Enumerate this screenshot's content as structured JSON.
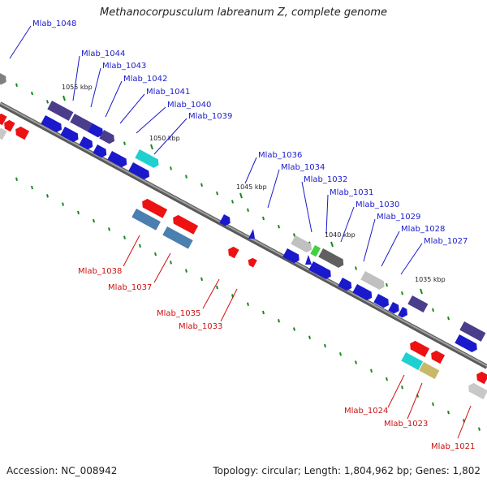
{
  "title": "Methanocorpusculum labreanum Z, complete genome",
  "footer": {
    "accession": "Accession: NC_008942",
    "topology": "Topology: circular; Length: 1,804,962 bp; Genes: 1,802"
  },
  "colors": {
    "forward_label": "#1a1acc",
    "reverse_label": "#cc1111",
    "backbone": "#8a8a8a",
    "tick": "#1a8a1a",
    "kbp_label": "#222222"
  },
  "ticks": [
    {
      "label": "1055 kbp"
    },
    {
      "label": "1050 kbp"
    },
    {
      "label": "1045 kbp"
    },
    {
      "label": "1040 kbp"
    },
    {
      "label": "1035 kbp"
    }
  ],
  "forward_labels": [
    {
      "text": "Mlab_1048"
    },
    {
      "text": "Mlab_1044"
    },
    {
      "text": "Mlab_1043"
    },
    {
      "text": "Mlab_1042"
    },
    {
      "text": "Mlab_1041"
    },
    {
      "text": "Mlab_1040"
    },
    {
      "text": "Mlab_1039"
    },
    {
      "text": "Mlab_1036"
    },
    {
      "text": "Mlab_1034"
    },
    {
      "text": "Mlab_1032"
    },
    {
      "text": "Mlab_1031"
    },
    {
      "text": "Mlab_1030"
    },
    {
      "text": "Mlab_1029"
    },
    {
      "text": "Mlab_1028"
    },
    {
      "text": "Mlab_1027"
    }
  ],
  "reverse_labels": [
    {
      "text": "Mlab_1038"
    },
    {
      "text": "Mlab_1037"
    },
    {
      "text": "Mlab_1035"
    },
    {
      "text": "Mlab_1033"
    },
    {
      "text": "Mlab_1024"
    },
    {
      "text": "Mlab_1023"
    },
    {
      "text": "Mlab_1021"
    }
  ]
}
